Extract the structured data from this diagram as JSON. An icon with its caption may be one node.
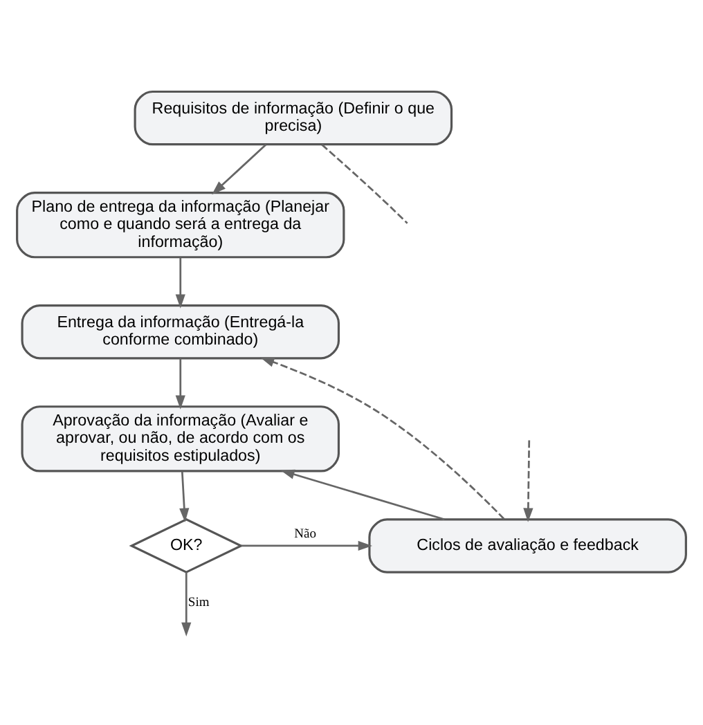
{
  "diagram": {
    "nodes": [
      {
        "text": [
          "Requisitos de informação (Definir o que precisa)"
        ]
      },
      {
        "text": [
          "Plano de entrega da informação (Planejar como e quando será a entrega da informação)"
        ]
      },
      {
        "text": [
          "Entrega da informação (Entregá-la conforme combinado)"
        ]
      },
      {
        "text": [
          "Aprovação da informação (Avaliar e aprovar, ou não, de acordo com os requisitos estipulados)"
        ]
      },
      {
        "text": [
          "OK?"
        ]
      },
      {
        "text": [
          "Ciclos de avaliação e feedback"
        ]
      }
    ],
    "edges": [
      {
        "from": 0,
        "to": 1,
        "arrow": "to"
      },
      {
        "from": 1,
        "to": 2,
        "arrow": "to"
      },
      {
        "from": 2,
        "to": 3,
        "arrow": "to"
      },
      {
        "from": 3,
        "to": 4,
        "arrow": "to"
      },
      {
        "from": 4,
        "to": 5,
        "arrow": "to",
        "label": "Não"
      },
      {
        "from": 4,
        "to": null,
        "arrow": "to",
        "label": "Sim"
      },
      {
        "from": 5,
        "to": 3,
        "arrow": "to"
      },
      {
        "from": 5,
        "to": 2,
        "arrow": "to",
        "style": "dashed"
      },
      {
        "from": 0,
        "to": null,
        "arrow": "none",
        "style": "dashed"
      },
      {
        "from": null,
        "to": 5,
        "arrow": "to",
        "style": "dashed"
      }
    ]
  }
}
